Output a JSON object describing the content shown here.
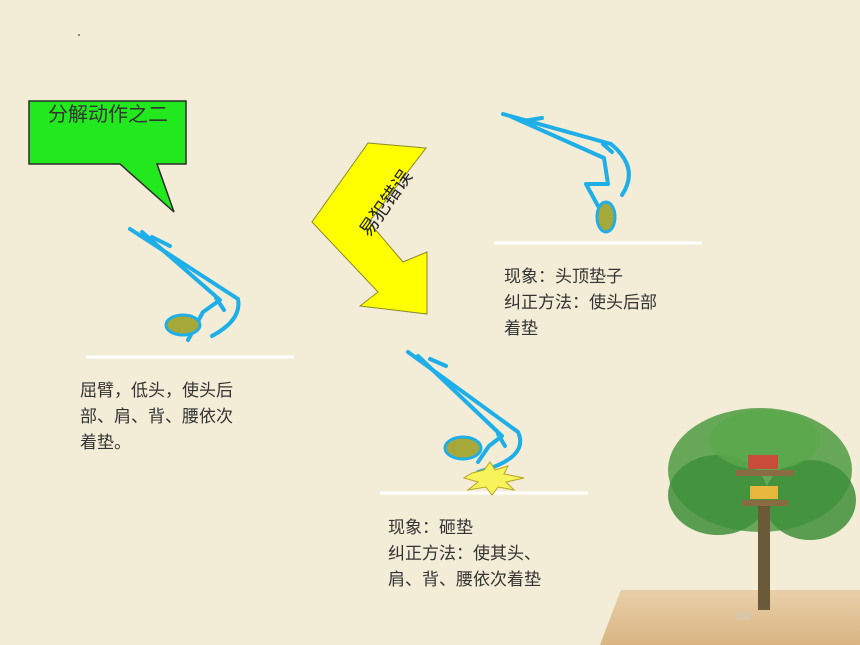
{
  "callout": {
    "text": "分解动作之二"
  },
  "arrow": {
    "label": "易犯错误"
  },
  "captions": {
    "correct": "屈臂，低头，使头后\n 部、肩、背、腰依次\n着垫。",
    "error1": "现象：头顶垫子\n纠正方法：使头后部\n着垫",
    "error2": "现象：砸垫\n纠正方法：使其头、\n肩、背、腰依次着垫"
  },
  "colors": {
    "figure": "#1eaee8",
    "head": "#a7a83a",
    "callout": "#22e81e",
    "arrow": "#ffff00",
    "impact": "#f7f35a",
    "tree": "#3e8f3a",
    "background": "#f3ecd7"
  }
}
